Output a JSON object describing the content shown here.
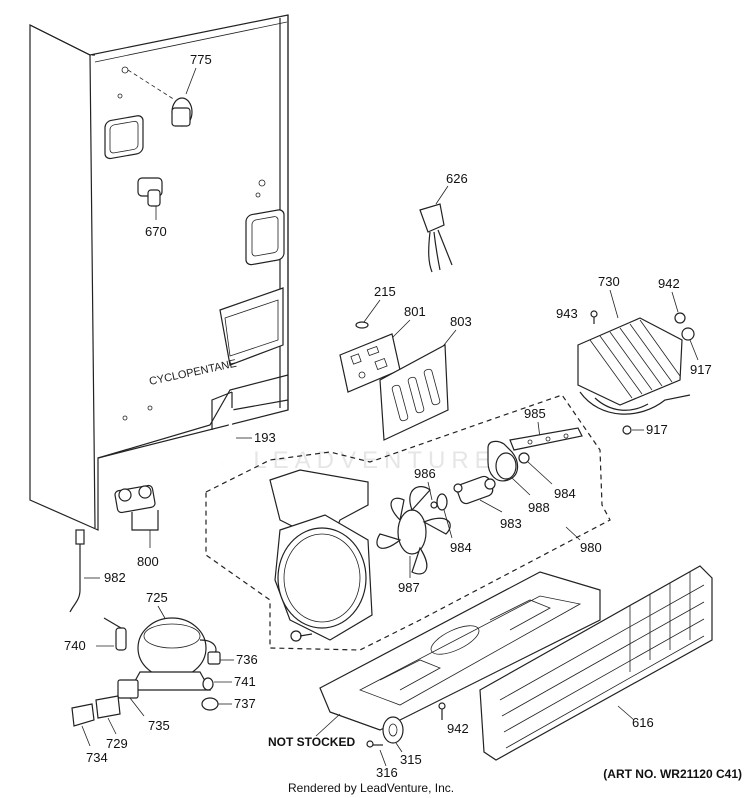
{
  "diagram": {
    "watermark": "LEADVENTURE",
    "cabinet_text": "CYCLOPENTANE",
    "not_stocked_label": "NOT STOCKED",
    "footer_rendered_by": "Rendered by LeadVenture, Inc.",
    "footer_art_no": "(ART NO. WR21120 C41)",
    "callouts": {
      "p775": "775",
      "p670": "670",
      "p626": "626",
      "p215": "215",
      "p801": "801",
      "p803": "803",
      "p730": "730",
      "p942a": "942",
      "p943": "943",
      "p917a": "917",
      "p917b": "917",
      "p985": "985",
      "p193": "193",
      "p986": "986",
      "p984a": "984",
      "p984b": "984",
      "p988": "988",
      "p983": "983",
      "p980": "980",
      "p800": "800",
      "p987": "987",
      "p982": "982",
      "p725": "725",
      "p740": "740",
      "p736": "736",
      "p741": "741",
      "p737": "737",
      "p735": "735",
      "p729": "729",
      "p734": "734",
      "p942b": "942",
      "p616": "616",
      "p315": "315",
      "p316": "316"
    }
  }
}
